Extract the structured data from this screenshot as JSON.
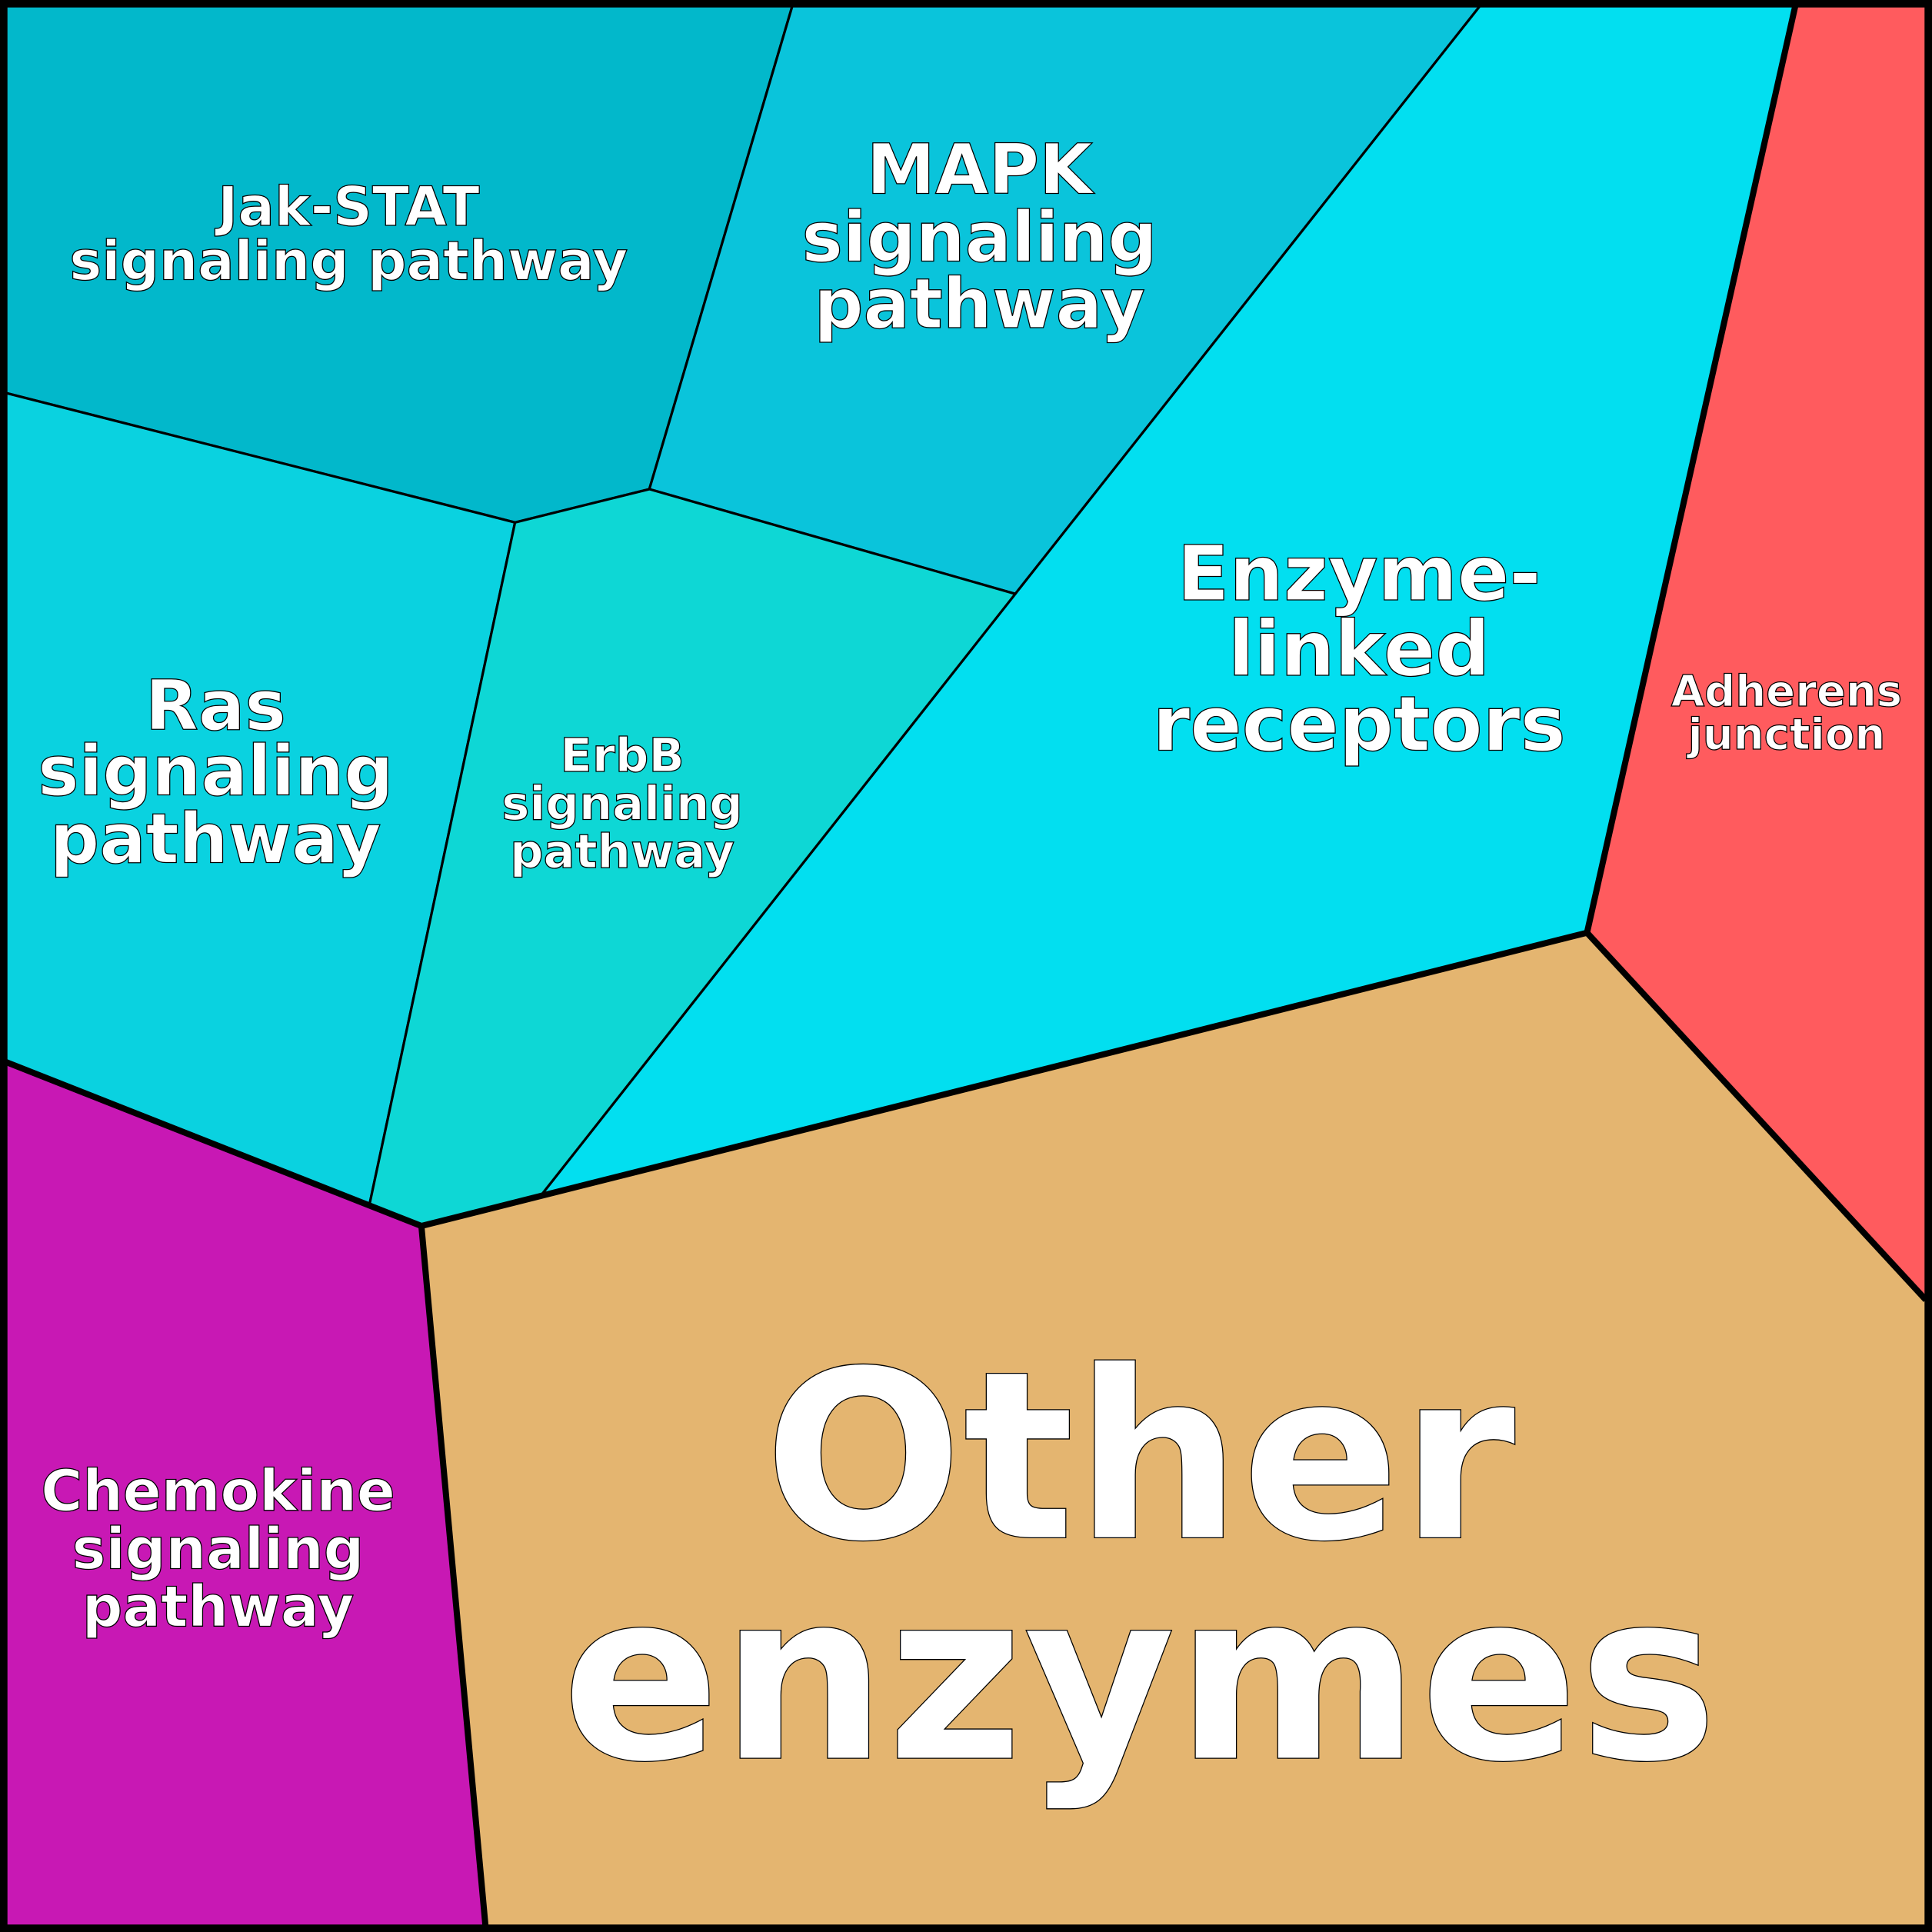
{
  "chart_data": {
    "type": "treemap",
    "layout": "voronoi",
    "cells": [
      {
        "label": [
          "Jak-STAT",
          "signaling pathway"
        ],
        "color": "#02B8CB"
      },
      {
        "label": [
          "MAPK",
          "signaling",
          "pathway"
        ],
        "color": "#0AC4DB"
      },
      {
        "label": [
          "Enzyme-",
          "linked",
          "receptors"
        ],
        "color": "#02DFF0"
      },
      {
        "label": [
          "Adherens",
          "junction"
        ],
        "color": "#FF5B5E"
      },
      {
        "label": [
          "Ras",
          "signaling",
          "pathway"
        ],
        "color": "#0AD2E0"
      },
      {
        "label": [
          "ErbB",
          "signaling",
          "pathway"
        ],
        "color": "#0ED7D5"
      },
      {
        "label": [
          "Chemokine",
          "signaling",
          "pathway"
        ],
        "color": "#C818B4"
      },
      {
        "label": [
          "Other",
          "enzymes"
        ],
        "color": "#E4B570"
      }
    ]
  }
}
